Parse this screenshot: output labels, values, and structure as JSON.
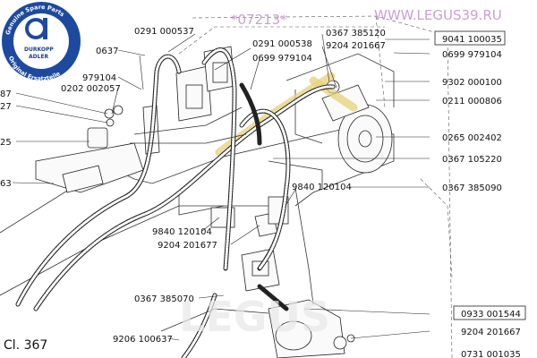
{
  "watermark": {
    "code": "*07213*",
    "site": "WWW.LEGUS39.RU",
    "big": "LEGUS"
  },
  "logo": {
    "ring_top": "Genuine Spare Parts",
    "ring_bottom": "Original Ersatzteile",
    "brand": "DURKOPP",
    "brand2": "ADLER",
    "color": "#1d4a9e"
  },
  "footer_label": "Cl. 367",
  "parts": {
    "p_0291_000537": "0291 000537",
    "p_0637": "0637",
    "p_979104_left": "979104",
    "p_0202_002057": "0202 002057",
    "p_87": "87",
    "p_27": "27",
    "p_25": "25",
    "p_63": "63",
    "p_0291_000538": "0291 000538",
    "p_0699_979104_mid": "0699 979104",
    "p_0367_385120": "0367 385120",
    "p_9204_201667_top": "9204 201667",
    "p_9041_100035": "9041 100035",
    "p_0699_979104_right": "0699 979104",
    "p_9302_000100": "9302 000100",
    "p_0211_000806": "0211 000806",
    "p_0265_002402": "0265 002402",
    "p_0367_105220": "0367 105220",
    "p_9840_120104_a": "9840 120104",
    "p_0367_385090": "0367 385090",
    "p_9840_120104_b": "9840 120104",
    "p_9204_201677": "9204 201677",
    "p_0367_385070": "0367 385070",
    "p_0933_001544": "0933 001544",
    "p_9204_201667_bottom": "9204 201667",
    "p_9206_100637": "9206 100637",
    "p_0731_001035": "0731 001035"
  }
}
